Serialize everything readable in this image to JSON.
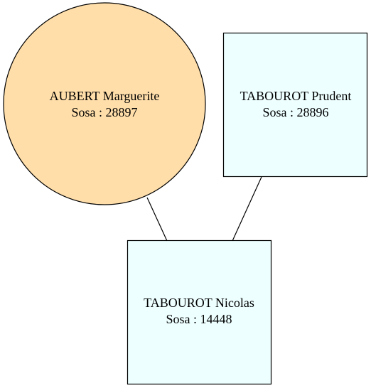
{
  "colors": {
    "female_fill": "#FFDEAA",
    "male_fill": "#EEFFFF",
    "stroke": "#000000",
    "edge": "#000000",
    "background": "#FFFFFF"
  },
  "diagram": {
    "nodes": [
      {
        "id": "aubert-marguerite",
        "shape": "circle",
        "name": "AUBERT Marguerite",
        "sosa": "Sosa : 28897"
      },
      {
        "id": "tabourot-prudent",
        "shape": "box",
        "name": "TABOUROT Prudent",
        "sosa": "Sosa : 28896"
      },
      {
        "id": "tabourot-nicolas",
        "shape": "box",
        "name": "TABOUROT Nicolas",
        "sosa": "Sosa : 14448"
      }
    ],
    "edges": [
      {
        "from": "aubert-marguerite",
        "to": "tabourot-nicolas"
      },
      {
        "from": "tabourot-prudent",
        "to": "tabourot-nicolas"
      }
    ]
  }
}
